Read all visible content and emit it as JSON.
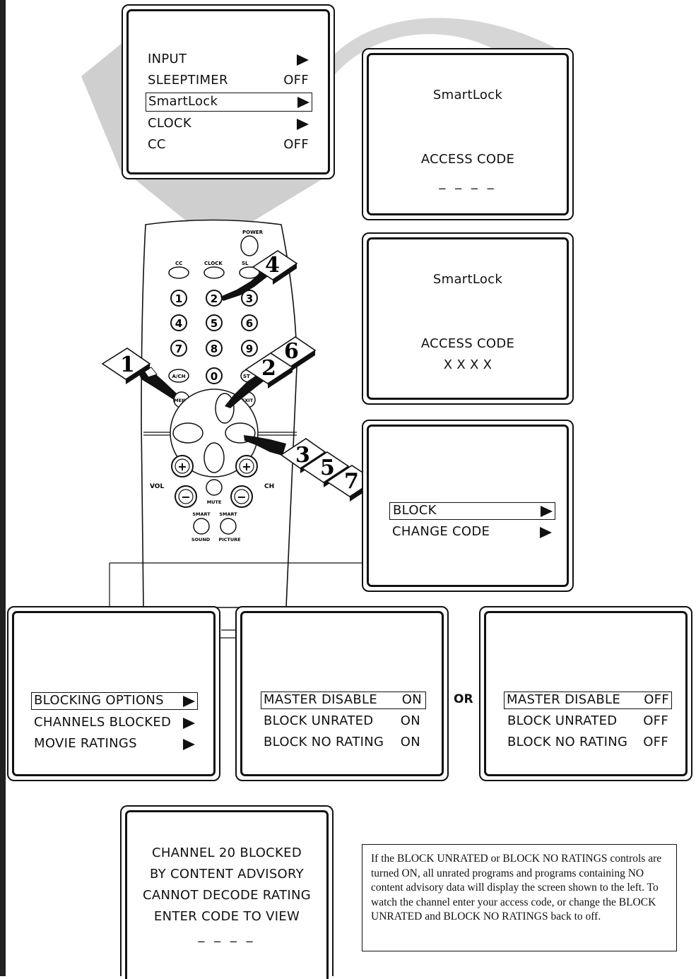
{
  "menu_main": {
    "rows": [
      {
        "label": "INPUT",
        "value": "▶"
      },
      {
        "label": "SLEEPTIMER",
        "value": "OFF"
      },
      {
        "label": "SmartLock",
        "value": "▶"
      },
      {
        "label": "CLOCK",
        "value": "▶"
      },
      {
        "label": "CC",
        "value": "OFF"
      }
    ]
  },
  "screen_access_empty": {
    "title": "SmartLock",
    "label": "ACCESS CODE",
    "code": "_ _ _ _"
  },
  "screen_access_filled": {
    "title": "SmartLock",
    "label": "ACCESS CODE",
    "code": "X X X X"
  },
  "screen_block": {
    "rows": [
      {
        "label": "BLOCK",
        "value": "▶"
      },
      {
        "label": "CHANGE CODE",
        "value": "▶"
      }
    ]
  },
  "screen_blocking": {
    "rows": [
      {
        "label": "BLOCKING OPTIONS",
        "value": "▶"
      },
      {
        "label": "CHANNELS BLOCKED",
        "value": "▶"
      },
      {
        "label": "MOVIE RATINGS",
        "value": "▶"
      }
    ]
  },
  "screen_on": {
    "rows": [
      {
        "label": "MASTER DISABLE",
        "value": "ON"
      },
      {
        "label": "BLOCK UNRATED",
        "value": "ON"
      },
      {
        "label": "BLOCK NO RATING",
        "value": "ON"
      }
    ]
  },
  "or_label": "OR",
  "screen_off": {
    "rows": [
      {
        "label": "MASTER DISABLE",
        "value": "OFF"
      },
      {
        "label": "BLOCK UNRATED",
        "value": "OFF"
      },
      {
        "label": "BLOCK NO RATING",
        "value": "OFF"
      }
    ]
  },
  "screen_blocked": {
    "lines": [
      "CHANNEL 20 BLOCKED",
      "BY CONTENT ADVISORY",
      "CANNOT DECODE RATING",
      "ENTER CODE TO VIEW",
      "_ _ _ _"
    ]
  },
  "note": "If the BLOCK UNRATED or BLOCK NO RATINGS controls are turned ON, all unrated programs and programs containing NO content advisory data will display the screen shown to the left. To watch the channel enter your access code, or change the BLOCK UNRATED and BLOCK NO RATINGS back to off.",
  "remote": {
    "power": "POWER",
    "cc": "CC",
    "clock": "CLOCK",
    "sleep": "SL",
    "ach": "A/CH",
    "menu": "MENU",
    "status": "ST",
    "exit": "EXIT",
    "vol": "VOL",
    "ch": "CH",
    "mute": "MUTE",
    "smart1": "SMART",
    "smart2": "SMART",
    "sound": "SOUND",
    "picture": "PICTURE",
    "digits": [
      "1",
      "2",
      "3",
      "4",
      "5",
      "6",
      "7",
      "8",
      "9",
      "0"
    ],
    "plus": "+",
    "minus": "−"
  },
  "steps": [
    "1",
    "2",
    "3",
    "4",
    "5",
    "6",
    "7"
  ]
}
